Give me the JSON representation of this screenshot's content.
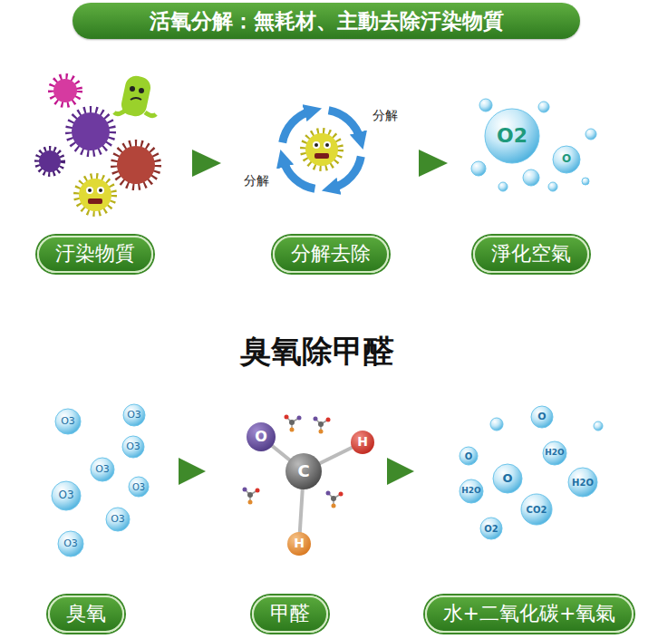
{
  "diagram": {
    "title": "活氧分解：無耗材、主動去除汙染物質",
    "nodes": [
      {
        "text": [
          "汙染物質"
        ]
      },
      {
        "text": [
          "分解去除"
        ]
      },
      {
        "text": [
          "淨化空氣"
        ]
      },
      {
        "text": [
          "臭氧"
        ]
      },
      {
        "text": [
          "甲醛"
        ]
      },
      {
        "text": [
          "水+二氧化碳+氧氣"
        ]
      }
    ],
    "edges": [
      {
        "from": 0,
        "to": 1,
        "arrow": "to"
      },
      {
        "from": 1,
        "to": 2,
        "arrow": "to"
      },
      {
        "from": 3,
        "to": 4,
        "arrow": "to"
      },
      {
        "from": 4,
        "to": 5,
        "arrow": "to"
      }
    ],
    "labels": [
      "分解",
      "分解",
      "O2",
      "O",
      "臭氧除甲醛",
      "O3",
      "O3",
      "O3",
      "O3",
      "O3",
      "O3",
      "O3",
      "O3",
      "O",
      "C",
      "H",
      "H",
      "O",
      "H2O",
      "O",
      "H2O",
      "O",
      "CO2",
      "H2O",
      "O2"
    ]
  }
}
